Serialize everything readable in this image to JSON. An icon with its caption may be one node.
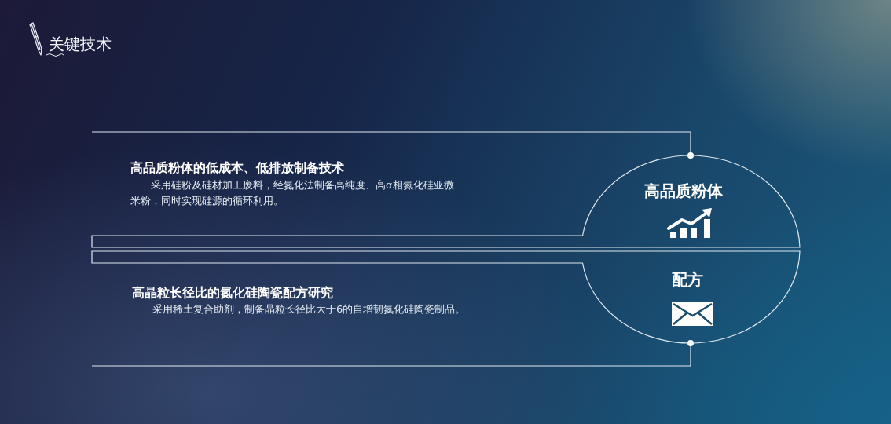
{
  "diagram": {
    "title": "关键技术",
    "nodes": [
      {
        "text": [
          "高品质粉体"
        ],
        "beside": [
          "高品质粉体的低成本、低排放制备技术",
          "采用硅粉及硅材加工废料，经氮化法制备高纯度、高α相氮化硅亚微米粉，同时实现硅源的循环利用。"
        ]
      },
      {
        "text": [
          "配方"
        ],
        "beside": [
          "高晶粒长径比的氮化硅陶瓷配方研究",
          "采用稀土复合助剂，制备晶粒长径比大于6的自增韧氮化硅陶瓷制品。"
        ]
      }
    ],
    "edges": [
      {
        "from": null,
        "to": 0,
        "arrow": "other"
      },
      {
        "from": null,
        "to": 1,
        "arrow": "other"
      }
    ]
  }
}
